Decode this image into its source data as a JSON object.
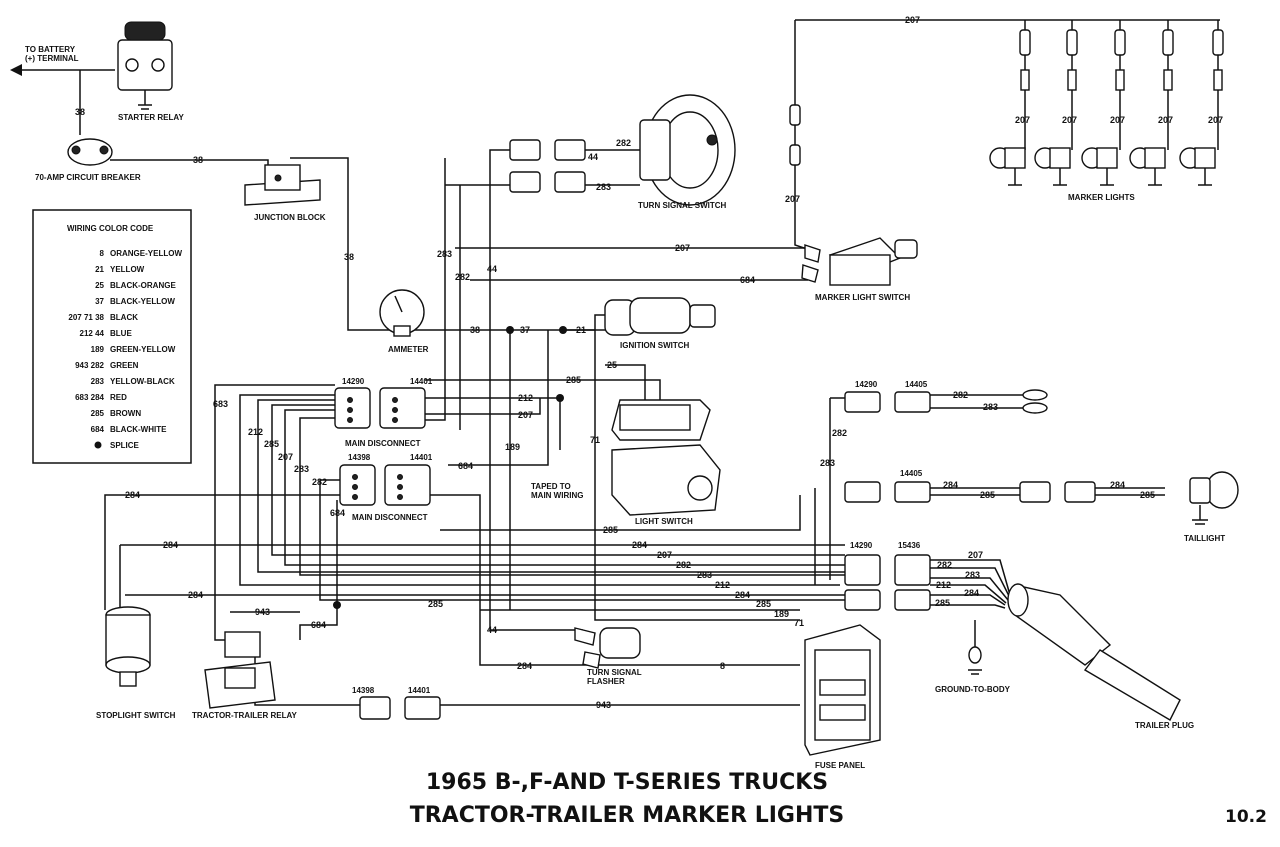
{
  "title": {
    "line1": "1965 B-,F-AND T-SERIES TRUCKS",
    "line2": "TRACTOR-TRAILER MARKER LIGHTS",
    "page_number": "10.2"
  },
  "components": {
    "battery": "TO BATTERY\n(+) TERMINAL",
    "starter_relay": "STARTER RELAY",
    "circuit_breaker": "70-AMP CIRCUIT BREAKER",
    "junction_block": "JUNCTION BLOCK",
    "turn_signal_switch": "TURN SIGNAL SWITCH",
    "marker_lights": "MARKER LIGHTS",
    "marker_light_switch": "MARKER LIGHT SWITCH",
    "ammeter": "AMMETER",
    "ignition_switch": "IGNITION SWITCH",
    "light_switch": "LIGHT SWITCH",
    "main_disconnect_1": "MAIN DISCONNECT",
    "main_disconnect_2": "MAIN DISCONNECT",
    "taped": "TAPED TO\nMAIN WIRING",
    "taillight": "TAILLIGHT",
    "stoplight_switch": "STOPLIGHT SWITCH",
    "relay": "TRACTOR-TRAILER RELAY",
    "flasher": "TURN SIGNAL\nFLASHER",
    "fuse_panel": "FUSE PANEL",
    "ground": "GROUND-TO-BODY",
    "trailer_plug": "TRAILER PLUG"
  },
  "connector_ids": {
    "c14290a": "14290",
    "c14401a": "14401",
    "c14398a": "14398",
    "c14401b": "14401",
    "c14290b": "14290",
    "c14405a": "14405",
    "c14405b": "14405",
    "c14290c": "14290",
    "c15436": "15436",
    "c14398b": "14398",
    "c14401c": "14401"
  },
  "color_code": {
    "heading": "WIRING COLOR CODE",
    "rows": [
      {
        "codes": "8",
        "color": "ORANGE-YELLOW"
      },
      {
        "codes": "21",
        "color": "YELLOW"
      },
      {
        "codes": "25",
        "color": "BLACK-ORANGE"
      },
      {
        "codes": "37",
        "color": "BLACK-YELLOW"
      },
      {
        "codes": "207  71  38",
        "color": "BLACK"
      },
      {
        "codes": "212  44",
        "color": "BLUE"
      },
      {
        "codes": "189",
        "color": "GREEN-YELLOW"
      },
      {
        "codes": "943  282",
        "color": "GREEN"
      },
      {
        "codes": "283",
        "color": "YELLOW-BLACK"
      },
      {
        "codes": "683  284",
        "color": "RED"
      },
      {
        "codes": "285",
        "color": "BROWN"
      },
      {
        "codes": "684",
        "color": "BLACK-WHITE"
      }
    ],
    "splice_label": "SPLICE"
  },
  "wires": {
    "w207": "207",
    "w38": "38",
    "w44": "44",
    "w282": "282",
    "w283": "283",
    "w684": "684",
    "w37": "37",
    "w21": "21",
    "w25": "25",
    "w285": "285",
    "w212": "212",
    "w189": "189",
    "w71": "71",
    "w683": "683",
    "w284": "284",
    "w943": "943",
    "w8": "8"
  }
}
